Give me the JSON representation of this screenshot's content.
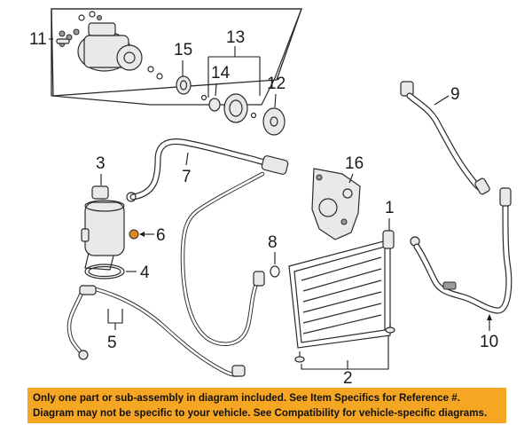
{
  "callouts": {
    "c1": "1",
    "c2": "2",
    "c3": "3",
    "c4": "4",
    "c5": "5",
    "c6": "6",
    "c7": "7",
    "c8": "8",
    "c9": "9",
    "c10": "10",
    "c11": "11",
    "c12": "12",
    "c13": "13",
    "c14": "14",
    "c15": "15",
    "c16": "16"
  },
  "notice": {
    "line1": "Only one part or sub-assembly in diagram included. See Item Specifics for Reference #.",
    "line2": "Diagram may not be specific to your vehicle. See Compatibility for vehicle-specific diagrams.",
    "background_color": "#f5a623"
  },
  "highlight_color": "#e08a1e"
}
